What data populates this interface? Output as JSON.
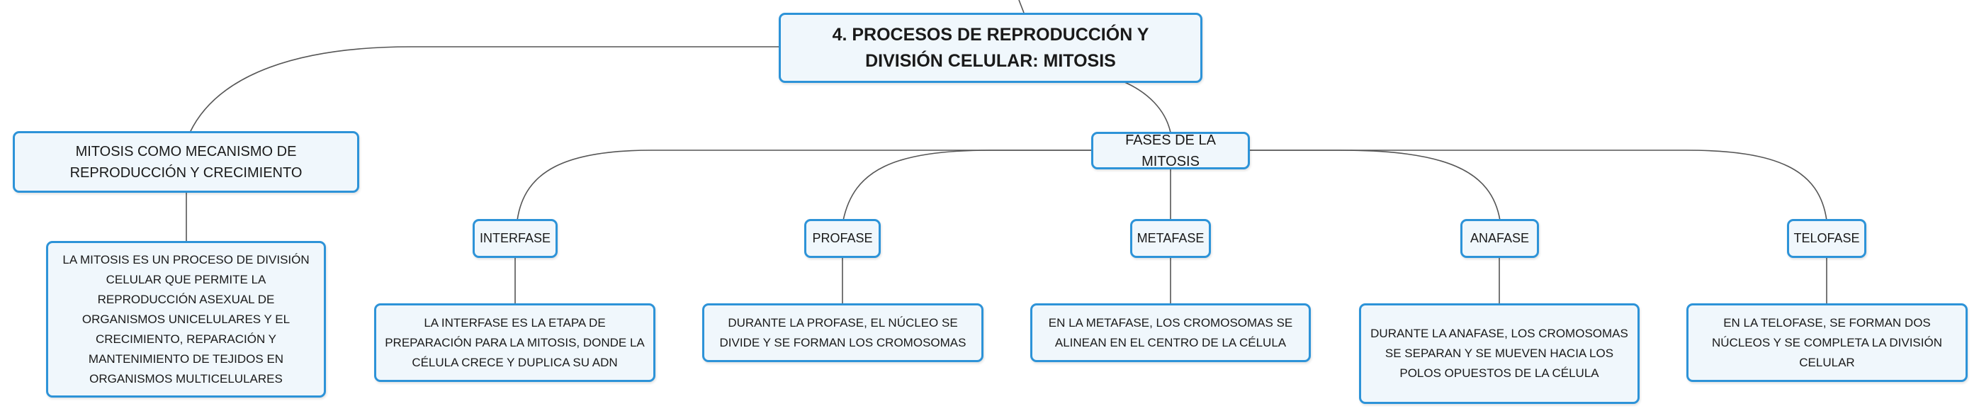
{
  "diagram": {
    "root": {
      "text": "4. PROCESOS DE REPRODUCCIÓN Y DIVISIÓN CELULAR: MITOSIS"
    },
    "mechanism": {
      "title": "MITOSIS COMO MECANISMO DE REPRODUCCIÓN Y CRECIMIENTO",
      "description": "LA MITOSIS ES UN PROCESO DE DIVISIÓN CELULAR QUE PERMITE LA REPRODUCCIÓN ASEXUAL DE ORGANISMOS UNICELULARES Y EL CRECIMIENTO, REPARACIÓN Y MANTENIMIENTO DE TEJIDOS EN ORGANISMOS MULTICELULARES"
    },
    "phases": {
      "title": "FASES DE LA MITOSIS",
      "items": [
        {
          "name": "INTERFASE",
          "description": "LA INTERFASE ES LA ETAPA DE PREPARACIÓN PARA LA MITOSIS, DONDE LA CÉLULA CRECE Y DUPLICA SU ADN"
        },
        {
          "name": "PROFASE",
          "description": "DURANTE LA PROFASE, EL NÚCLEO SE DIVIDE Y SE FORMAN LOS CROMOSOMAS"
        },
        {
          "name": "METAFASE",
          "description": "EN LA METAFASE, LOS CROMOSOMAS SE ALINEAN EN EL CENTRO DE LA CÉLULA"
        },
        {
          "name": "ANAFASE",
          "description": "DURANTE LA ANAFASE, LOS CROMOSOMAS SE SEPARAN Y SE MUEVEN HACIA LOS POLOS OPUESTOS DE LA CÉLULA"
        },
        {
          "name": "TELOFASE",
          "description": "EN LA TELOFASE, SE FORMAN DOS NÚCLEOS Y SE COMPLETA LA DIVISIÓN CELULAR"
        }
      ]
    },
    "colors": {
      "node_border": "#2d93d8",
      "node_fill": "#f0f7fc",
      "connector": "#555555"
    }
  }
}
